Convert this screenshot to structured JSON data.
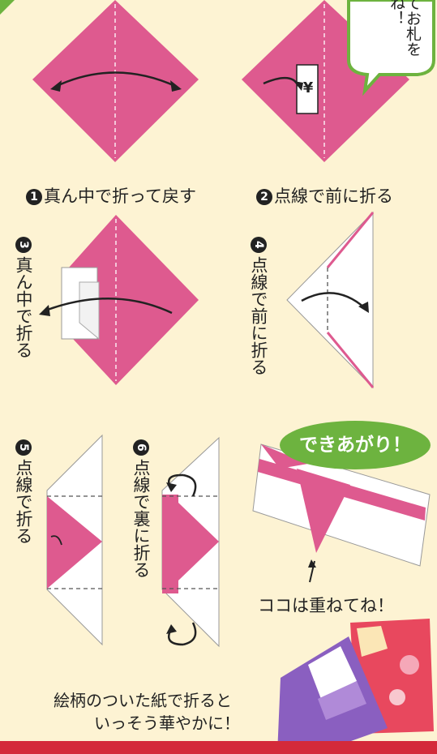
{
  "steps": [
    {
      "num": "1",
      "text": "真ん中で折って戻す"
    },
    {
      "num": "2",
      "text": "点線で前に折る"
    },
    {
      "num": "3",
      "text": "真ん中で折る"
    },
    {
      "num": "4",
      "text": "点線で前に折る"
    },
    {
      "num": "5",
      "text": "点線で折る"
    },
    {
      "num": "6",
      "text": "点線で裏に折る"
    }
  ],
  "bubble_text": "てお札をね！",
  "yen_symbol": "¥",
  "done_label": "できあがり！",
  "note_label": "ココは重ねてね！",
  "caption_line1": "絵柄のついた紙で折ると",
  "caption_line2": "いっそう華やかに！",
  "colors": {
    "background": "#fdf3d3",
    "paper_pink": "#de5a8f",
    "paper_white": "#ffffff",
    "accent_green": "#6db33f",
    "banner_red": "#d42a3a"
  }
}
